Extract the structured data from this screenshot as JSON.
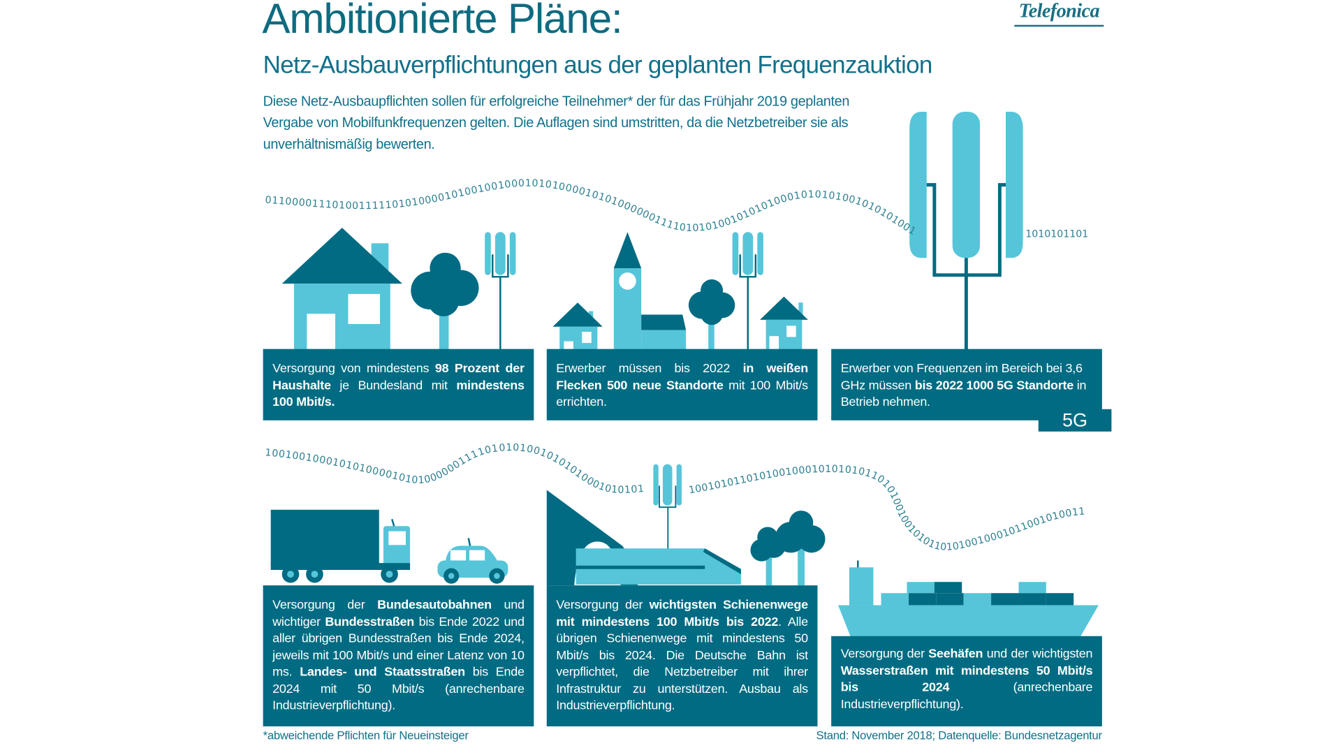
{
  "header": {
    "title": "Ambitionierte Pläne:",
    "subtitle": "Netz-Ausbauverpflichtungen aus der geplanten Frequenzauktion",
    "intro": "Diese Netz-Ausbaupflichten sollen für erfolgreiche Teilnehmer* der für das Frühjahr 2019 geplanten Vergabe von Mobilfunkfrequenzen gelten. Die Auflagen sind umstritten, da die Netzbetreiber sie als unverhältnismäßig bewerten.",
    "logo": "Telefonica"
  },
  "binary": {
    "wave1": "01100001110100111110101000010100100100010101000010101000000111101010100101010100010101010010101010010",
    "wave1_tail": "1010101101",
    "wave2a": "10010010001010100001010100000011110101010010101010001010101",
    "wave2b": "1001010110101001000101010101101010010010101101010010001011001010011"
  },
  "boxes": [
    {
      "parts": [
        "Versorgung von mindestens ",
        "98 Prozent der Haushalte",
        " je Bundesland mit ",
        "mindestens 100 Mbit/s."
      ]
    },
    {
      "parts": [
        "Erwerber müssen bis 2022 ",
        "in weißen Flecken 500 neue Standorte",
        " mit 100 Mbit/s errichten."
      ]
    },
    {
      "parts": [
        "Erwerber von Frequenzen im Bereich bei 3,6 GHz müssen ",
        "bis 2022 1000 5G Standorte",
        " in Betrieb nehmen."
      ],
      "badge": "5G"
    },
    {
      "parts": [
        "Versorgung der ",
        "Bundesautobahnen",
        " und wichtiger ",
        "Bundesstraßen",
        " bis Ende 2022 und aller übrigen Bundesstraßen bis Ende 2024, jeweils mit 100 Mbit/s und einer Latenz von 10 ms. ",
        "Landes- und Staatsstraßen",
        " bis Ende 2024 mit 50 Mbit/s (anrechenbare Industrieverpflichtung)."
      ]
    },
    {
      "parts": [
        "Versorgung der ",
        "wichtigsten Schienenwege mit mindestens 100 Mbit/s bis 2022",
        ". Alle übrigen Schienenwege mit mindestens 50 Mbit/s bis 2024. Die Deutsche Bahn ist verpflichtet, die Netzbetreiber mit ihrer Infrastruktur zu unterstützen. Ausbau als Industrieverpflichtung."
      ]
    },
    {
      "parts": [
        "Versorgung der ",
        "Seehäfen",
        " und der wichtigsten ",
        "Wasserstraßen mit mindestens 50 Mbit/s bis 2024",
        " (anrechenbare Industrieverpflichtung)."
      ]
    }
  ],
  "footer": {
    "note": "*abweichende Pflichten für Neueinsteiger",
    "source": "Stand: November 2018; Datenquelle: Bundesnetzagentur"
  },
  "colors": {
    "dark": "#006b82",
    "light": "#56c5da"
  }
}
